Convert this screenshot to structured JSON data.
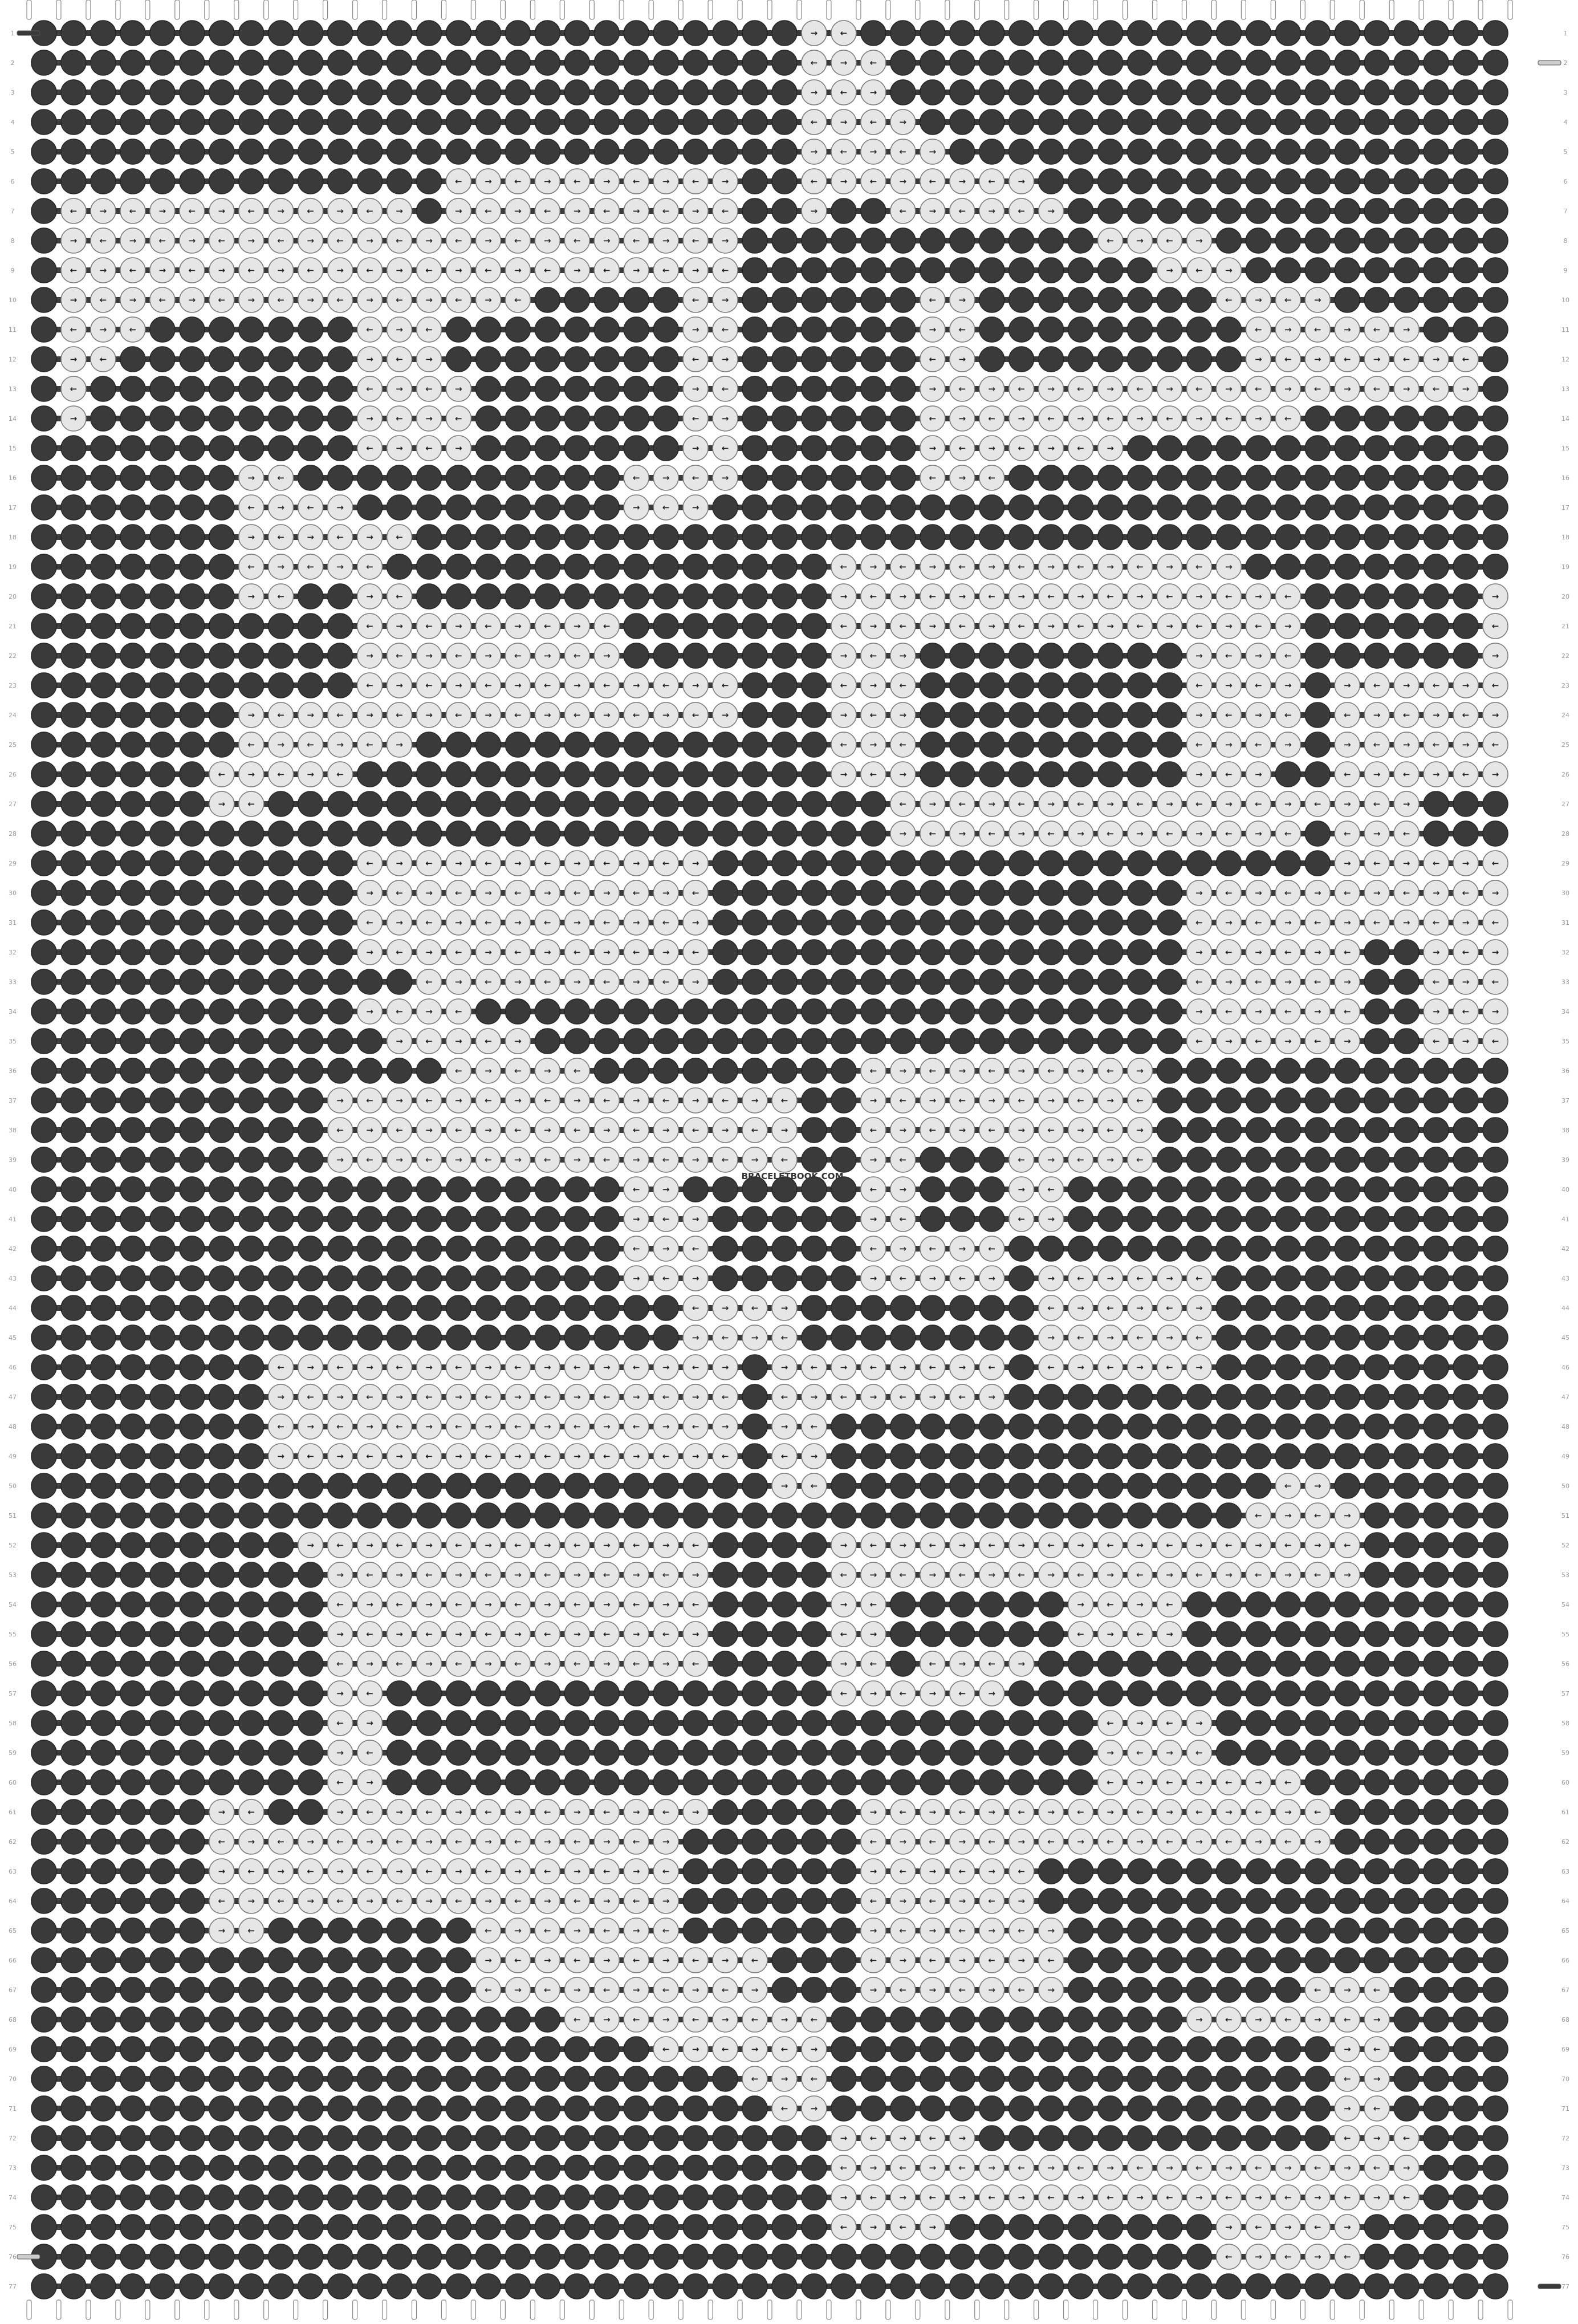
{
  "watermark": "BRACELETBOOK.COM",
  "pattern": {
    "rows": 77,
    "knots_per_row": 50,
    "strings": 51,
    "colors": {
      "dark": "#3a3a3a",
      "light": "#e6e6e6",
      "thread_outline": "#888888"
    },
    "light_runs": [
      [
        [
          26,
          27
        ]
      ],
      [
        [
          26,
          28
        ]
      ],
      [
        [
          26,
          28
        ]
      ],
      [
        [
          26,
          29
        ]
      ],
      [
        [
          26,
          30
        ]
      ],
      [
        [
          14,
          23
        ],
        [
          26,
          33
        ]
      ],
      [
        [
          1,
          12
        ],
        [
          14,
          23
        ],
        [
          26,
          26
        ],
        [
          29,
          34
        ]
      ],
      [
        [
          1,
          23
        ],
        [
          36,
          39
        ]
      ],
      [
        [
          1,
          23
        ],
        [
          38,
          40
        ]
      ],
      [
        [
          1,
          16
        ],
        [
          22,
          23
        ],
        [
          30,
          31
        ],
        [
          40,
          43
        ]
      ],
      [
        [
          1,
          3
        ],
        [
          11,
          13
        ],
        [
          22,
          23
        ],
        [
          30,
          31
        ],
        [
          41,
          46
        ]
      ],
      [
        [
          1,
          2
        ],
        [
          11,
          13
        ],
        [
          22,
          23
        ],
        [
          30,
          31
        ],
        [
          41,
          48
        ]
      ],
      [
        [
          1,
          1
        ],
        [
          11,
          14
        ],
        [
          22,
          23
        ],
        [
          30,
          48
        ]
      ],
      [
        [
          1,
          1
        ],
        [
          11,
          14
        ],
        [
          22,
          23
        ],
        [
          30,
          42
        ]
      ],
      [
        [
          11,
          14
        ],
        [
          22,
          23
        ],
        [
          30,
          36
        ]
      ],
      [
        [
          7,
          8
        ],
        [
          20,
          23
        ],
        [
          30,
          32
        ]
      ],
      [
        [
          7,
          10
        ],
        [
          20,
          22
        ]
      ],
      [
        [
          7,
          12
        ]
      ],
      [
        [
          7,
          11
        ],
        [
          27,
          40
        ]
      ],
      [
        [
          7,
          8
        ],
        [
          11,
          12
        ],
        [
          27,
          42
        ],
        [
          49,
          49
        ]
      ],
      [
        [
          11,
          19
        ],
        [
          27,
          42
        ],
        [
          49,
          49
        ]
      ],
      [
        [
          11,
          19
        ],
        [
          27,
          29
        ],
        [
          39,
          42
        ],
        [
          49,
          49
        ]
      ],
      [
        [
          11,
          23
        ],
        [
          27,
          29
        ],
        [
          39,
          42
        ],
        [
          44,
          49
        ]
      ],
      [
        [
          7,
          23
        ],
        [
          27,
          29
        ],
        [
          39,
          42
        ],
        [
          44,
          49
        ]
      ],
      [
        [
          7,
          12
        ],
        [
          27,
          29
        ],
        [
          39,
          42
        ],
        [
          44,
          49
        ]
      ],
      [
        [
          6,
          10
        ],
        [
          27,
          29
        ],
        [
          39,
          41
        ],
        [
          44,
          49
        ]
      ],
      [
        [
          6,
          7
        ],
        [
          29,
          46
        ]
      ],
      [
        [
          29,
          42
        ],
        [
          44,
          46
        ]
      ],
      [
        [
          11,
          22
        ],
        [
          44,
          49
        ]
      ],
      [
        [
          11,
          22
        ],
        [
          39,
          49
        ]
      ],
      [
        [
          11,
          22
        ],
        [
          39,
          49
        ]
      ],
      [
        [
          11,
          22
        ],
        [
          39,
          44
        ],
        [
          47,
          49
        ]
      ],
      [
        [
          13,
          22
        ],
        [
          39,
          44
        ],
        [
          47,
          49
        ]
      ],
      [
        [
          11,
          14
        ],
        [
          39,
          44
        ],
        [
          47,
          49
        ]
      ],
      [
        [
          12,
          16
        ],
        [
          39,
          44
        ],
        [
          47,
          49
        ]
      ],
      [
        [
          14,
          18
        ],
        [
          28,
          37
        ]
      ],
      [
        [
          10,
          25
        ],
        [
          28,
          37
        ]
      ],
      [
        [
          10,
          25
        ],
        [
          28,
          37
        ]
      ],
      [
        [
          10,
          25
        ],
        [
          28,
          29
        ],
        [
          33,
          37
        ]
      ],
      [
        [
          20,
          21
        ],
        [
          28,
          29
        ],
        [
          33,
          34
        ]
      ],
      [
        [
          20,
          22
        ],
        [
          28,
          29
        ],
        [
          33,
          34
        ]
      ],
      [
        [
          20,
          22
        ],
        [
          28,
          32
        ]
      ],
      [
        [
          20,
          22
        ],
        [
          28,
          32
        ],
        [
          34,
          39
        ]
      ],
      [
        [
          22,
          25
        ],
        [
          34,
          39
        ]
      ],
      [
        [
          22,
          25
        ],
        [
          34,
          39
        ]
      ],
      [
        [
          8,
          23
        ],
        [
          25,
          32
        ],
        [
          34,
          39
        ]
      ],
      [
        [
          8,
          23
        ],
        [
          25,
          32
        ]
      ],
      [
        [
          8,
          23
        ],
        [
          25,
          26
        ]
      ],
      [
        [
          8,
          23
        ],
        [
          25,
          26
        ]
      ],
      [
        [
          25,
          26
        ],
        [
          42,
          43
        ]
      ],
      [
        [
          41,
          44
        ]
      ],
      [
        [
          9,
          22
        ],
        [
          27,
          44
        ]
      ],
      [
        [
          10,
          22
        ],
        [
          27,
          44
        ]
      ],
      [
        [
          10,
          22
        ],
        [
          27,
          28
        ],
        [
          35,
          38
        ]
      ],
      [
        [
          10,
          22
        ],
        [
          27,
          28
        ],
        [
          35,
          38
        ]
      ],
      [
        [
          10,
          22
        ],
        [
          27,
          28
        ],
        [
          30,
          33
        ]
      ],
      [
        [
          10,
          11
        ],
        [
          27,
          32
        ]
      ],
      [
        [
          10,
          11
        ],
        [
          36,
          39
        ]
      ],
      [
        [
          10,
          11
        ],
        [
          36,
          39
        ]
      ],
      [
        [
          10,
          11
        ],
        [
          36,
          42
        ]
      ],
      [
        [
          6,
          7
        ],
        [
          10,
          22
        ],
        [
          28,
          43
        ]
      ],
      [
        [
          6,
          21
        ],
        [
          28,
          43
        ]
      ],
      [
        [
          6,
          21
        ],
        [
          28,
          33
        ]
      ],
      [
        [
          6,
          21
        ],
        [
          28,
          33
        ]
      ],
      [
        [
          6,
          7
        ],
        [
          15,
          21
        ],
        [
          28,
          34
        ]
      ],
      [
        [
          15,
          24
        ],
        [
          28,
          34
        ]
      ],
      [
        [
          15,
          24
        ],
        [
          28,
          34
        ],
        [
          43,
          45
        ]
      ],
      [
        [
          18,
          26
        ],
        [
          39,
          45
        ]
      ],
      [
        [
          21,
          26
        ],
        [
          44,
          45
        ]
      ],
      [
        [
          24,
          26
        ],
        [
          44,
          45
        ]
      ],
      [
        [
          25,
          26
        ],
        [
          44,
          45
        ]
      ],
      [
        [
          27,
          31
        ],
        [
          44,
          46
        ]
      ],
      [
        [
          27,
          46
        ]
      ],
      [
        [
          27,
          46
        ]
      ],
      [
        [
          27,
          30
        ],
        [
          40,
          44
        ]
      ],
      [
        [
          40,
          44
        ]
      ],
      []
    ],
    "colored_string_rows": {
      "left": [
        1,
        76
      ],
      "right": [
        2,
        77
      ]
    }
  }
}
